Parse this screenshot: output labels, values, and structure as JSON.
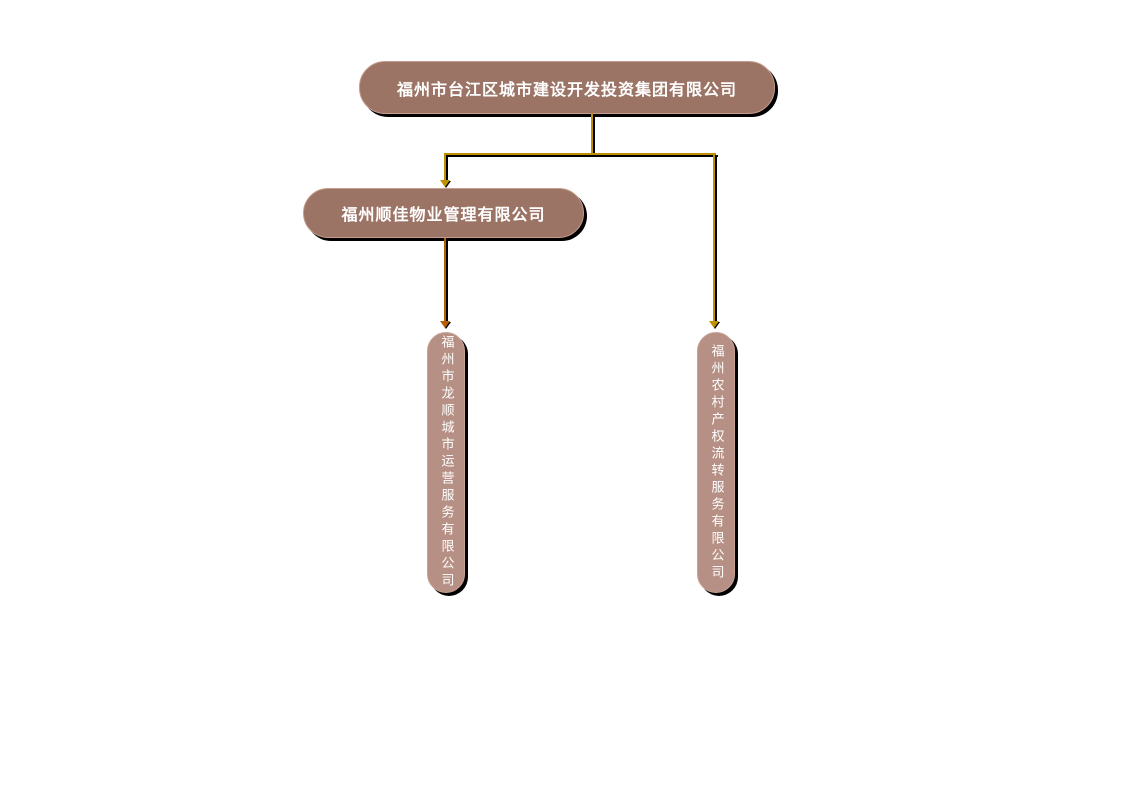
{
  "diagram": {
    "type": "org-chart",
    "background": "#ffffff"
  },
  "nodes": {
    "root": {
      "label": "福州市台江区城市建设开发投资集团有限公司"
    },
    "shunjia": {
      "label": "福州顺佳物业管理有限公司"
    },
    "longshun": {
      "label": "福州市龙顺城市运营服务有限公司"
    },
    "nongquan": {
      "label": "福州农村产权流转服务有限公司"
    }
  },
  "colors": {
    "node_fill_dark": "#9c7466",
    "node_fill_light": "#b69084",
    "node_text": "#ffffff",
    "connector_gold": "#bf9000",
    "connector_orange": "#b45f06",
    "shadow": "#000000"
  }
}
